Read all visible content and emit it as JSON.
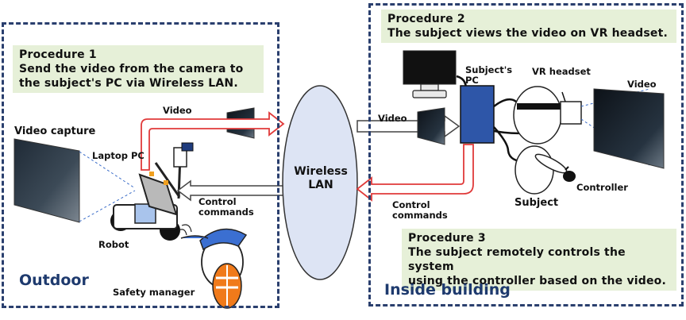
{
  "outdoor": {
    "procedure1_title": "Procedure 1",
    "procedure1_line1": "Send the video from the camera to",
    "procedure1_line2": "the subject's PC via Wireless LAN.",
    "area_label": "Outdoor",
    "video_capture": "Video capture",
    "laptop_pc": "Laptop PC",
    "video_label": "Video",
    "control_line1": "Control",
    "control_line2": "commands",
    "robot": "Robot",
    "safety_manager": "Safety manager"
  },
  "center": {
    "wireless_line1": "Wireless",
    "wireless_line2": "LAN"
  },
  "inside": {
    "procedure2_title": "Procedure 2",
    "procedure2_line1": "The subject views the video on VR headset.",
    "subjects_line1": "Subject's",
    "subjects_line2": "PC",
    "vr_headset": "VR headset",
    "video_right": "Video",
    "video_left": "Video",
    "control_line1": "Control",
    "control_line2": "commands",
    "controller": "Controller",
    "subject": "Subject",
    "procedure3_title": "Procedure 3",
    "procedure3_line1": "The subject remotely controls the system",
    "procedure3_line2": "using the controller based on the video.",
    "area_label": "Inside building"
  },
  "colors": {
    "panel_border": "#2a3f6e",
    "procedure_bg": "#e6f0d8",
    "lan_fill": "#dde4f4",
    "pc_blue": "#2e56a8",
    "arrow_red": "#e03a3a",
    "cap_blue": "#3b6fd1",
    "vest_orange": "#f07a1a"
  }
}
